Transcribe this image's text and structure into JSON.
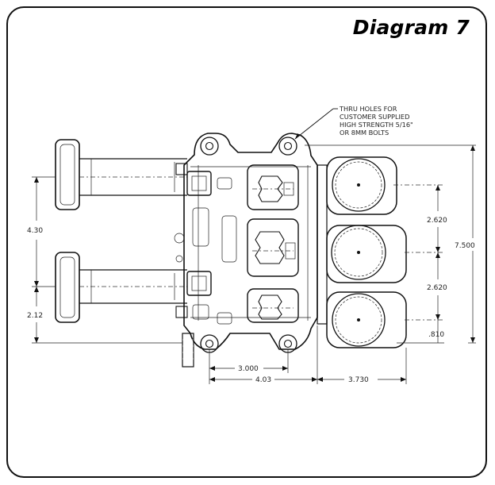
{
  "title": "Diagram 7",
  "note": {
    "line1": "THRU HOLES FOR",
    "line2": "CUSTOMER SUPPLIED",
    "line3": "HIGH STRENGTH 5/16\"",
    "line4": "OR 8MM BOLTS"
  },
  "dimensions": {
    "d_430": "4.30",
    "d_212": "2.12",
    "d_2620a": "2.620",
    "d_2620b": "2.620",
    "d_810": ".810",
    "d_7500": "7.500",
    "d_3000": "3.000",
    "d_403": "4.03",
    "d_3730": "3.730"
  }
}
